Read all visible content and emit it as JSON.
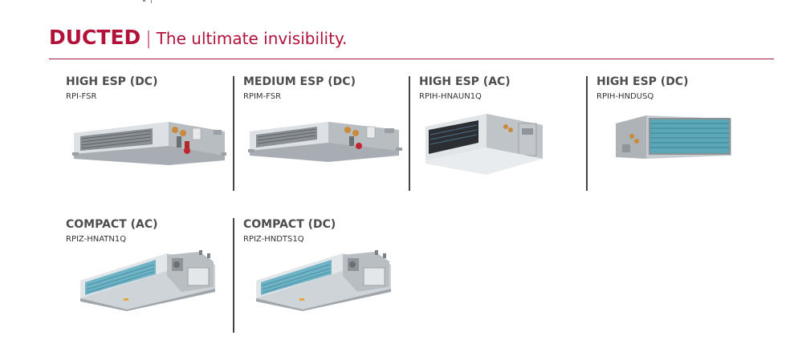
{
  "header": {
    "title": "DUCTED",
    "separator": "|",
    "tagline": "The ultimate invisibility."
  },
  "colors": {
    "accent": "#b2123a",
    "rule": "#9a1b3e",
    "text": "#4d4d4d",
    "divider": "#444444"
  },
  "products": [
    {
      "name": "HIGH ESP (DC)",
      "code": "RPI-FSR",
      "image_icon": "ducted-unit-high-esp-dc-image"
    },
    {
      "name": "MEDIUM ESP (DC)",
      "code": "RPIM-FSR",
      "image_icon": "ducted-unit-medium-esp-dc-image"
    },
    {
      "name": "HIGH ESP (AC)",
      "code": "RPIH-HNAUN1Q",
      "image_icon": "ducted-unit-high-esp-ac-image"
    },
    {
      "name": "HIGH ESP (DC)",
      "code": "RPIH-HNDUSQ",
      "image_icon": "ducted-unit-high-esp-dc-2-image"
    },
    {
      "name": "COMPACT (AC)",
      "code": "RPIZ-HNATN1Q",
      "image_icon": "ducted-unit-compact-ac-image"
    },
    {
      "name": "COMPACT (DC)",
      "code": "RPIZ-HNDTS1Q",
      "image_icon": "ducted-unit-compact-dc-image"
    }
  ]
}
